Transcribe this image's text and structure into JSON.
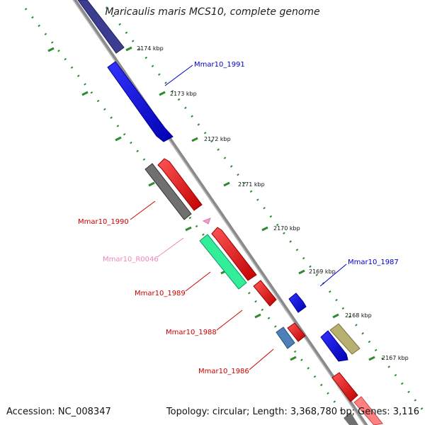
{
  "title": "Maricaulis maris MCS10, complete genome",
  "accession": "Accession: NC_008347",
  "topology": "Topology: circular; Length: 3,368,780 bp; Genes: 3,116",
  "ticks": [
    "2174 kbp",
    "2173 kbp",
    "2172 kbp",
    "2171 kbp",
    "2170 kbp",
    "2169 kbp",
    "2168 kbp",
    "2167 kbp"
  ],
  "gene_labels": [
    {
      "name": "Mmar10_1991",
      "color": "#0000cc"
    },
    {
      "name": "Mmar10_1990",
      "color": "#cc0000"
    },
    {
      "name": "Mmar10_R0046",
      "color": "#ee88bb"
    },
    {
      "name": "Mmar10_1989",
      "color": "#cc0000"
    },
    {
      "name": "Mmar10_1988",
      "color": "#cc0000"
    },
    {
      "name": "Mmar10_1987",
      "color": "#0000cc"
    },
    {
      "name": "Mmar10_1986",
      "color": "#cc0000"
    }
  ],
  "colors": {
    "backbone": "#8a8a8a",
    "tick_dots": "#2e8b2e",
    "cds_forward": "#ee1111",
    "cds_reverse": "#1111ee",
    "rna": "#f0a0c8"
  }
}
